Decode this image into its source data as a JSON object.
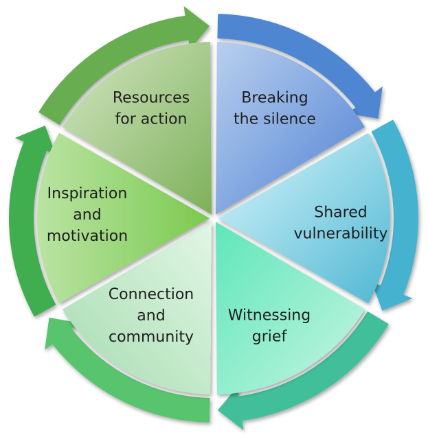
{
  "diagram": {
    "segments": [
      {
        "id": "breaking",
        "lines": [
          "Breaking",
          "the silence"
        ],
        "color": "#5d8fd6",
        "arrow_color": "#4f86d2"
      },
      {
        "id": "shared",
        "lines": [
          "Shared",
          "vulnerability"
        ],
        "color": "#7fd2e6",
        "arrow_color": "#44b3cf"
      },
      {
        "id": "witnessing",
        "lines": [
          "Witnessing",
          "grief"
        ],
        "color": "#64e0b6",
        "arrow_color": "#3fbf9a"
      },
      {
        "id": "connection",
        "lines": [
          "Connection",
          "and",
          "community"
        ],
        "color": "#b5e6c1",
        "arrow_color": "#59c46d"
      },
      {
        "id": "inspiration",
        "lines": [
          "Inspiration",
          "and",
          "motivation"
        ],
        "color": "#91d26f",
        "arrow_color": "#3fae50"
      },
      {
        "id": "resources",
        "lines": [
          "Resources",
          "for action"
        ],
        "color": "#8cbc6a",
        "arrow_color": "#69ad51"
      }
    ]
  }
}
